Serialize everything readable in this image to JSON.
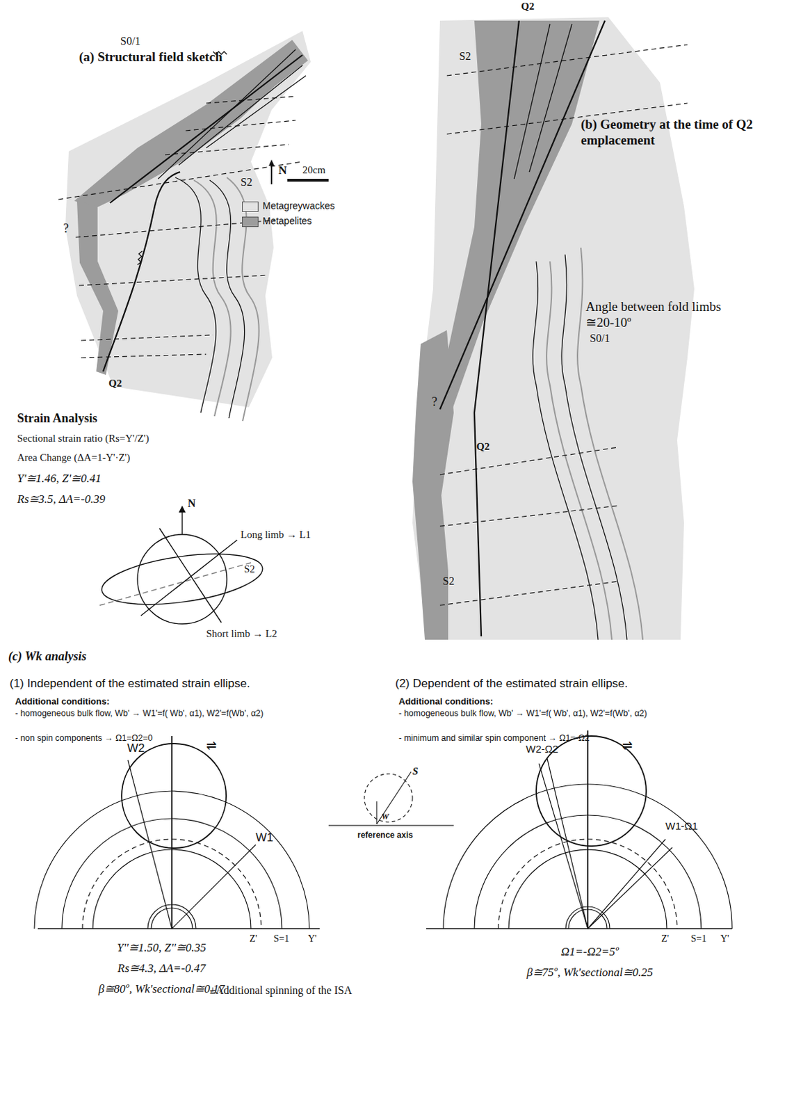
{
  "diagram": {
    "labels": [
      "(a) Structural field sketch",
      "S0/1",
      "?",
      "S2",
      "N",
      "20cm",
      "Q2",
      "Strain Analysis",
      "Sectional strain ratio (Rs=Y'/Z')",
      "Area Change (ΔA=1-Y'·Z')",
      "Y'≅1.46, Z'≅0.41",
      "Rs≅3.5, ΔA=-0.39",
      "N",
      "Long limb → L1",
      "S2",
      "Short limb → L2",
      "Q2",
      "S2",
      "(b) Geometry at the time of Q2 emplacement",
      "S0/1",
      "?",
      "Q2",
      "Angle between fold limbs ≅20-10º",
      "S2",
      "(c) Wk analysis",
      "(1) Independent of the estimated strain ellipse.",
      "(2) Dependent of the estimated strain ellipse.",
      "Additional conditions:",
      "- homogeneous bulk flow, Wb' → W1'=f( Wb', α1), W2'=f(Wb', α2)",
      "- non spin components → Ω1=Ω2=0",
      "Additional conditions:",
      "- homogeneous bulk flow, Wb' → W1'=f( Wb', α1), W2'=f(Wb', α2)",
      "- minimum and similar spin component → Ω1=-Ω2",
      "W2",
      "⇌",
      "W1",
      "Z'",
      "S=1",
      "Y'",
      "S",
      "W",
      "reference axis",
      "W2-Ω2",
      "⇌",
      "W1-Ω1",
      "Z'",
      "S=1",
      "Y'",
      "Y''≅1.50, Z''≅0.35",
      "Rs≅4.3, ΔA=-0.47",
      "β≅80º, Wk'sectional≅0.17",
      "±Additional spinning of the ISA",
      "Ω1=-Ω2=5º",
      "β≅75º, Wk'sectional≅0.25"
    ],
    "legend": [
      {
        "text": "Metagreywackes",
        "color": "#e3e3e3"
      },
      {
        "text": "Metapelites",
        "color": "#9c9c9c"
      }
    ]
  }
}
